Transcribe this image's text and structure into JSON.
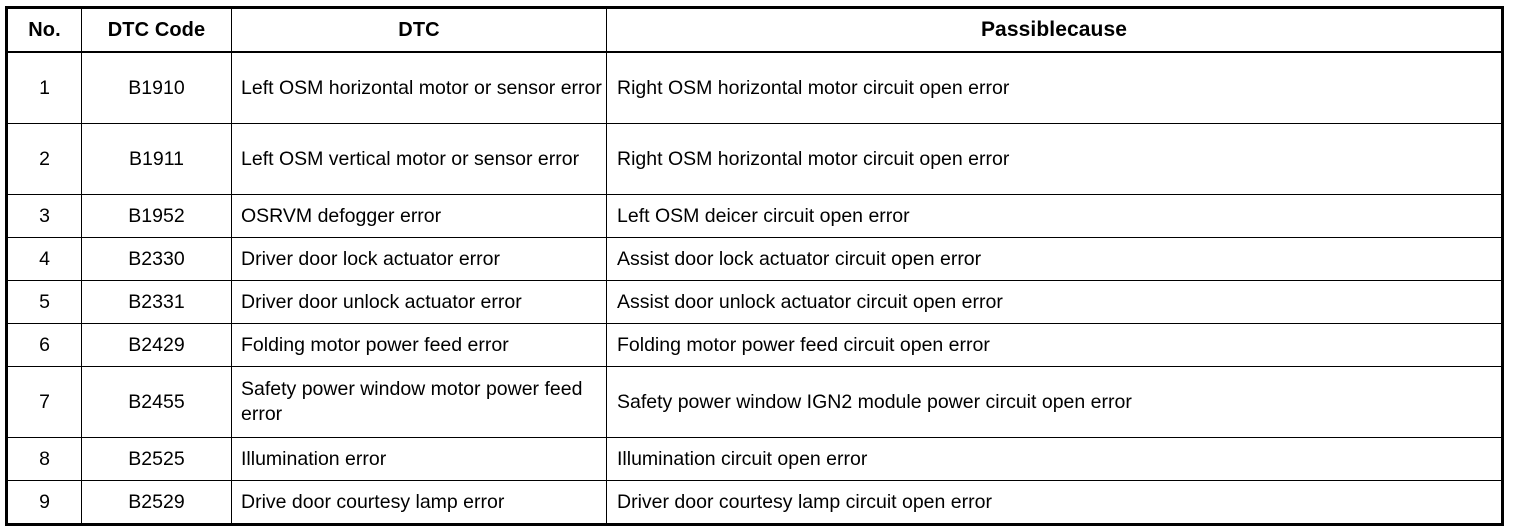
{
  "table": {
    "columns": [
      {
        "key": "no",
        "label": "No."
      },
      {
        "key": "code",
        "label": "DTC Code"
      },
      {
        "key": "dtc",
        "label": "DTC"
      },
      {
        "key": "cause",
        "label": "Passiblecause"
      }
    ],
    "rows": [
      {
        "no": "1",
        "code": "B1910",
        "dtc": "Left OSM horizontal motor or sensor error",
        "cause": "Right OSM horizontal motor circuit open error",
        "tall": true
      },
      {
        "no": "2",
        "code": "B1911",
        "dtc": "Left OSM vertical motor or sensor error",
        "cause": "Right OSM horizontal motor circuit open error",
        "tall": true
      },
      {
        "no": "3",
        "code": "B1952",
        "dtc": "OSRVM defogger error",
        "cause": "Left OSM deicer circuit open error",
        "tall": false
      },
      {
        "no": "4",
        "code": "B2330",
        "dtc": "Driver door lock actuator error",
        "cause": "Assist door lock actuator circuit open error",
        "tall": false
      },
      {
        "no": "5",
        "code": "B2331",
        "dtc": "Driver door unlock actuator error",
        "cause": "Assist door unlock actuator circuit open error",
        "tall": false
      },
      {
        "no": "6",
        "code": "B2429",
        "dtc": "Folding motor power feed error",
        "cause": "Folding motor power feed circuit open error",
        "tall": false
      },
      {
        "no": "7",
        "code": "B2455",
        "dtc": "Safety power window motor power feed error",
        "cause": "Safety power window IGN2 module power circuit open error",
        "tall": true
      },
      {
        "no": "8",
        "code": "B2525",
        "dtc": "Illumination error",
        "cause": "Illumination circuit open error",
        "tall": false
      },
      {
        "no": "9",
        "code": "B2529",
        "dtc": "Drive door courtesy lamp error",
        "cause": "Driver door courtesy lamp circuit open error",
        "tall": false
      }
    ]
  },
  "colors": {
    "border": "#000000",
    "background": "#ffffff",
    "text": "#000000"
  }
}
